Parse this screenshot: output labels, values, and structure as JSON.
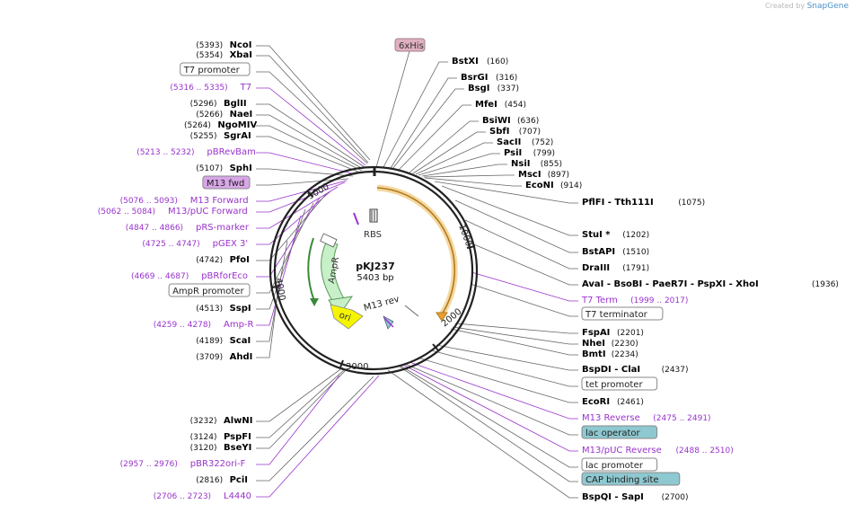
{
  "header": {
    "created_by": "Created by",
    "brand": "SnapGene"
  },
  "plasmid": {
    "name": "pKJ237",
    "length": "5403 bp"
  },
  "ring_ticks": [
    "1000",
    "2000",
    "3000",
    "4000",
    "5000"
  ],
  "features": {
    "rbs": "RBS",
    "ampr": "AmpR",
    "ori": "ori",
    "m13rev": "M13 rev",
    "his_label": "6xHis"
  },
  "left_labels": [
    {
      "pos": "(5393)",
      "name": "NcoI"
    },
    {
      "pos": "(5354)",
      "name": "XbaI"
    },
    {
      "box": "T7 promoter"
    },
    {
      "range": "(5316 .. 5335)",
      "name": "T7",
      "primer": true
    },
    {
      "pos": "(5296)",
      "name": "BglII"
    },
    {
      "pos": "(5266)",
      "name": "NaeI"
    },
    {
      "pos": "(5264)",
      "name": "NgoMIV"
    },
    {
      "pos": "(5255)",
      "name": "SgrAI"
    },
    {
      "range": "(5213 .. 5232)",
      "name": "pBRevBam",
      "primer": true
    },
    {
      "pos": "(5107)",
      "name": "SphI"
    },
    {
      "box": "M13 fwd",
      "style": "purple"
    },
    {
      "range": "(5076 .. 5093)",
      "name": "M13 Forward",
      "primer": true
    },
    {
      "range": "(5062 .. 5084)",
      "name": "M13/pUC Forward",
      "primer": true
    },
    {
      "range": "(4847 .. 4866)",
      "name": "pRS-marker",
      "primer": true
    },
    {
      "range": "(4725 .. 4747)",
      "name": "pGEX 3'",
      "primer": true
    },
    {
      "pos": "(4742)",
      "name": "PfoI"
    },
    {
      "range": "(4669 .. 4687)",
      "name": "pBRforEco",
      "primer": true
    },
    {
      "box": "AmpR promoter"
    },
    {
      "pos": "(4513)",
      "name": "SspI"
    },
    {
      "range": "(4259 .. 4278)",
      "name": "Amp-R",
      "primer": true
    },
    {
      "pos": "(4189)",
      "name": "ScaI"
    },
    {
      "pos": "(3709)",
      "name": "AhdI"
    },
    {
      "pos": "(3232)",
      "name": "AlwNI"
    },
    {
      "pos": "(3124)",
      "name": "PspFI"
    },
    {
      "pos": "(3120)",
      "name": "BseYI"
    },
    {
      "range": "(2957 .. 2976)",
      "name": "pBR322ori-F",
      "primer": true
    },
    {
      "pos": "(2816)",
      "name": "PciI"
    },
    {
      "range": "(2706 .. 2723)",
      "name": "L4440",
      "primer": true
    }
  ],
  "right_labels": [
    {
      "name": "BstXI",
      "pos": "(160)"
    },
    {
      "name": "BsrGI",
      "pos": "(316)"
    },
    {
      "name": "BsgI",
      "pos": "(337)"
    },
    {
      "name": "MfeI",
      "pos": "(454)"
    },
    {
      "name": "BsiWI",
      "pos": "(636)"
    },
    {
      "name": "SbfI",
      "pos": "(707)"
    },
    {
      "name": "SacII",
      "pos": "(752)"
    },
    {
      "name": "PsiI",
      "pos": "(799)"
    },
    {
      "name": "NsiI",
      "pos": "(855)"
    },
    {
      "name": "MscI",
      "pos": "(897)"
    },
    {
      "name": "EcoNI",
      "pos": "(914)"
    },
    {
      "name": "PflFI  - Tth111I",
      "pos": "(1075)"
    },
    {
      "name": "StuI *",
      "pos": "(1202)"
    },
    {
      "name": "BstAPI",
      "pos": "(1510)"
    },
    {
      "name": "DraIII",
      "pos": "(1791)"
    },
    {
      "name": "AvaI  - BsoBI  - PaeR7I  - PspXI  - XhoI",
      "pos": "(1936)"
    },
    {
      "name": "T7 Term",
      "range": "(1999 .. 2017)",
      "primer": true
    },
    {
      "box": "T7 terminator"
    },
    {
      "name": "FspAI",
      "pos": "(2201)"
    },
    {
      "name": "NheI",
      "pos": "(2230)"
    },
    {
      "name": "BmtI",
      "pos": "(2234)"
    },
    {
      "name": "BspDI  - ClaI",
      "pos": "(2437)"
    },
    {
      "box": "tet promoter"
    },
    {
      "name": "EcoRI",
      "pos": "(2461)"
    },
    {
      "name": "M13 Reverse",
      "range": "(2475 .. 2491)",
      "primer": true
    },
    {
      "box": "lac operator",
      "style": "teal"
    },
    {
      "name": "M13/pUC Reverse",
      "range": "(2488 .. 2510)",
      "primer": true
    },
    {
      "box": "lac promoter"
    },
    {
      "box": "CAP binding site",
      "style": "teal"
    },
    {
      "name": "BspQI  - SapI",
      "pos": "(2700)"
    }
  ],
  "colors": {
    "primer": "#9933cc",
    "enzyme": "#000000",
    "leader": "#666666",
    "orange": "#e8a030",
    "green": "#9de09d",
    "yellow": "#f5f500",
    "his_box": "#e0b0c0",
    "purple_box": "#d9a6e8",
    "teal_box": "#8ec8d0"
  }
}
